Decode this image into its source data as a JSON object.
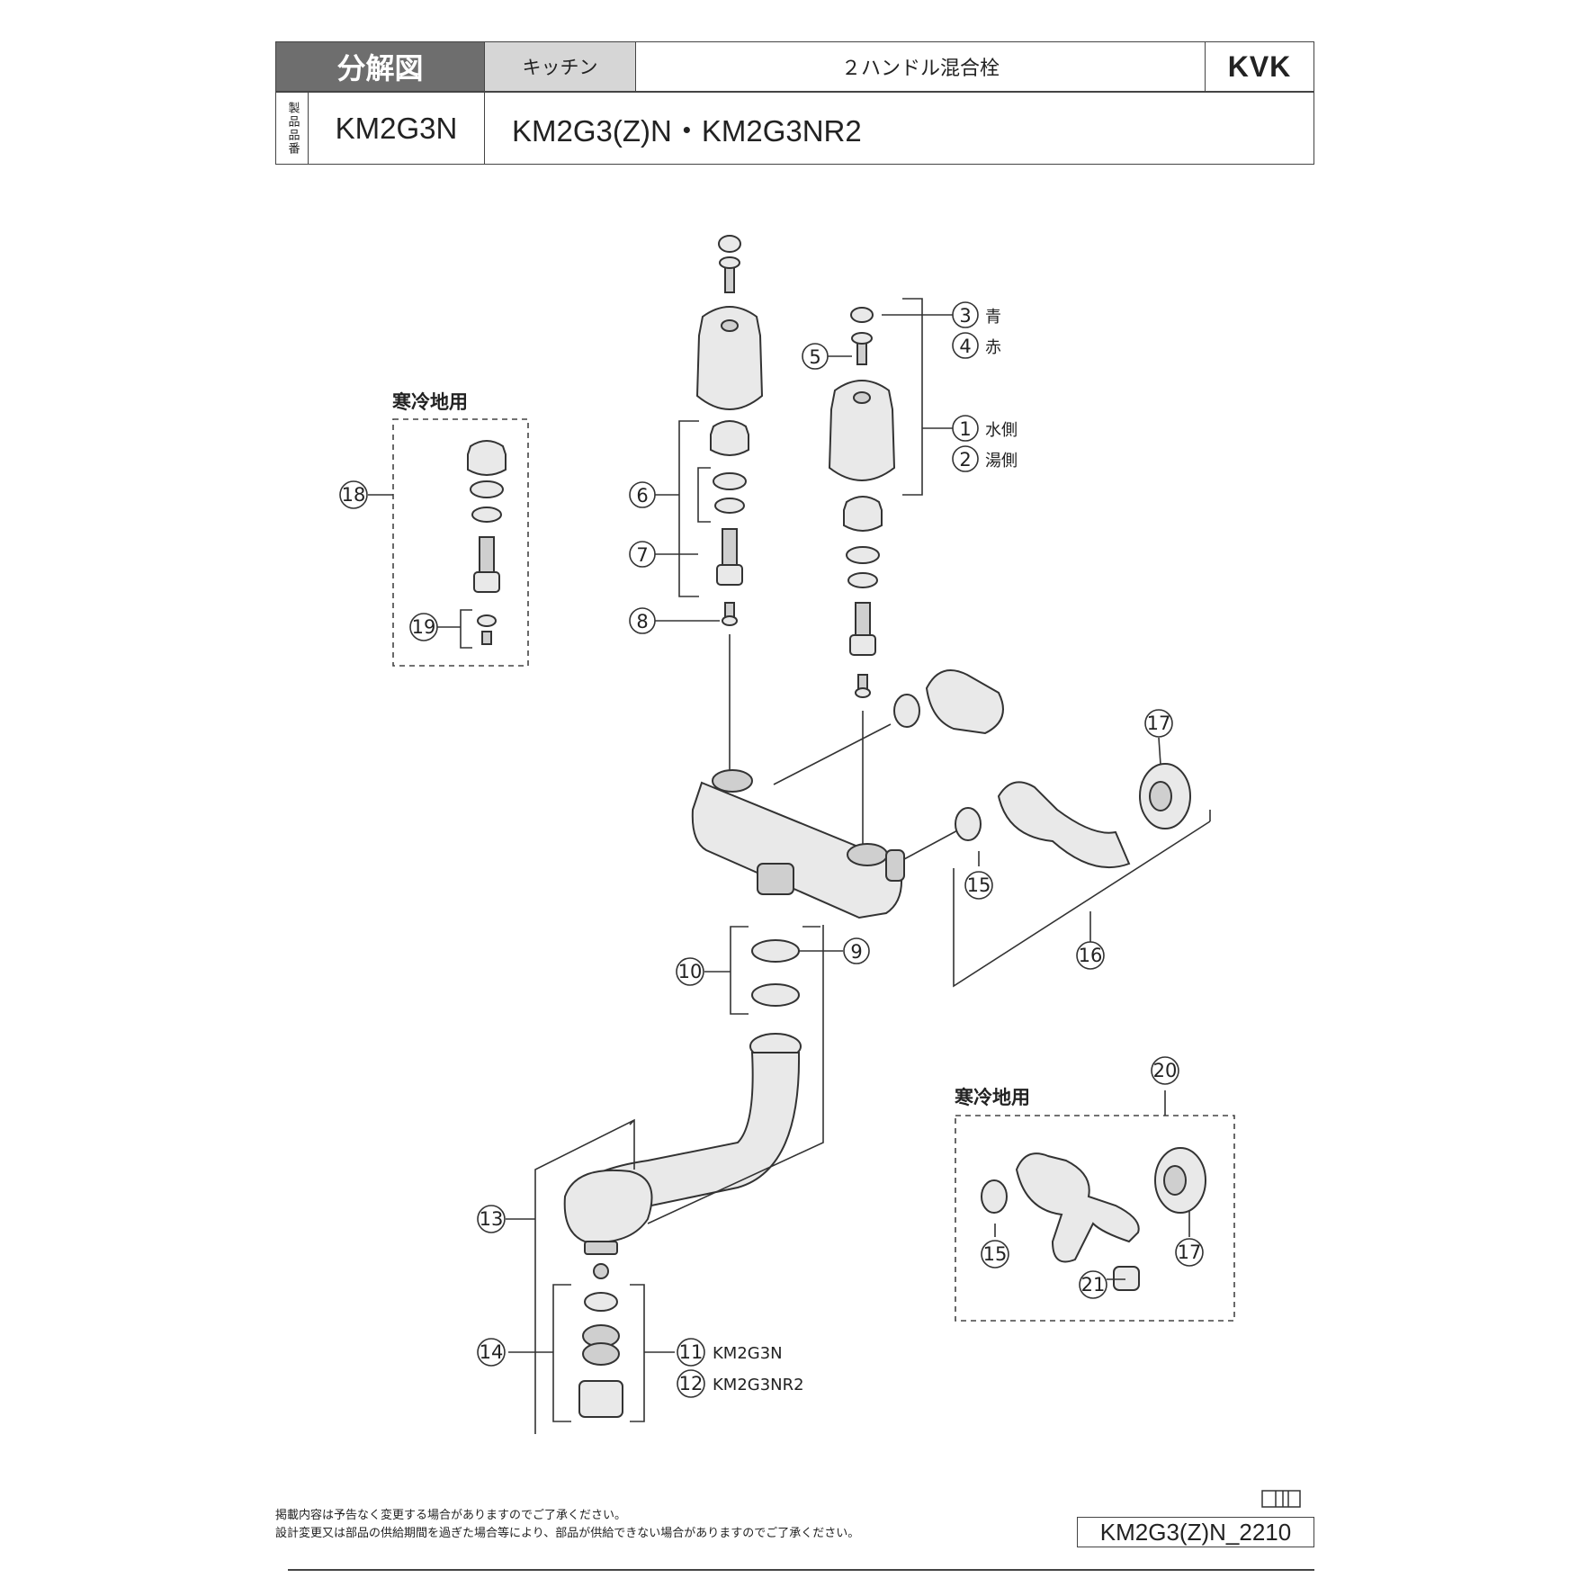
{
  "header": {
    "title": "分解図",
    "category": "キッチン",
    "product_name": "２ハンドル混合栓",
    "brand": "KVK",
    "vertical_label": "製品品番",
    "model": "KM2G3N",
    "variants": "KM2G3(Z)N・KM2G3NR2"
  },
  "boxes": {
    "cold_region_1": "寒冷地用",
    "cold_region_2": "寒冷地用"
  },
  "callouts": {
    "c1": "1",
    "c1_text": "水側",
    "c2": "2",
    "c2_text": "湯側",
    "c3": "3",
    "c3_text": "青",
    "c4": "4",
    "c4_text": "赤",
    "c5": "5",
    "c6": "6",
    "c7": "7",
    "c8": "8",
    "c9": "9",
    "c10": "10",
    "c11": "11",
    "c11_text": "KM2G3N",
    "c12": "12",
    "c12_text": "KM2G3NR2",
    "c13": "13",
    "c14": "14",
    "c15a": "15",
    "c15b": "15",
    "c16": "16",
    "c17a": "17",
    "c17b": "17",
    "c18": "18",
    "c19": "19",
    "c20": "20",
    "c21": "21"
  },
  "footer": {
    "note1": "掲載内容は予告なく変更する場合がありますのでご了承ください。",
    "note2": "設計変更又は部品の供給期間を過ぎた場合等により、部品が供給できない場合がありますのでご了承ください。",
    "doc_code": "KM2G3(Z)N_2210"
  }
}
